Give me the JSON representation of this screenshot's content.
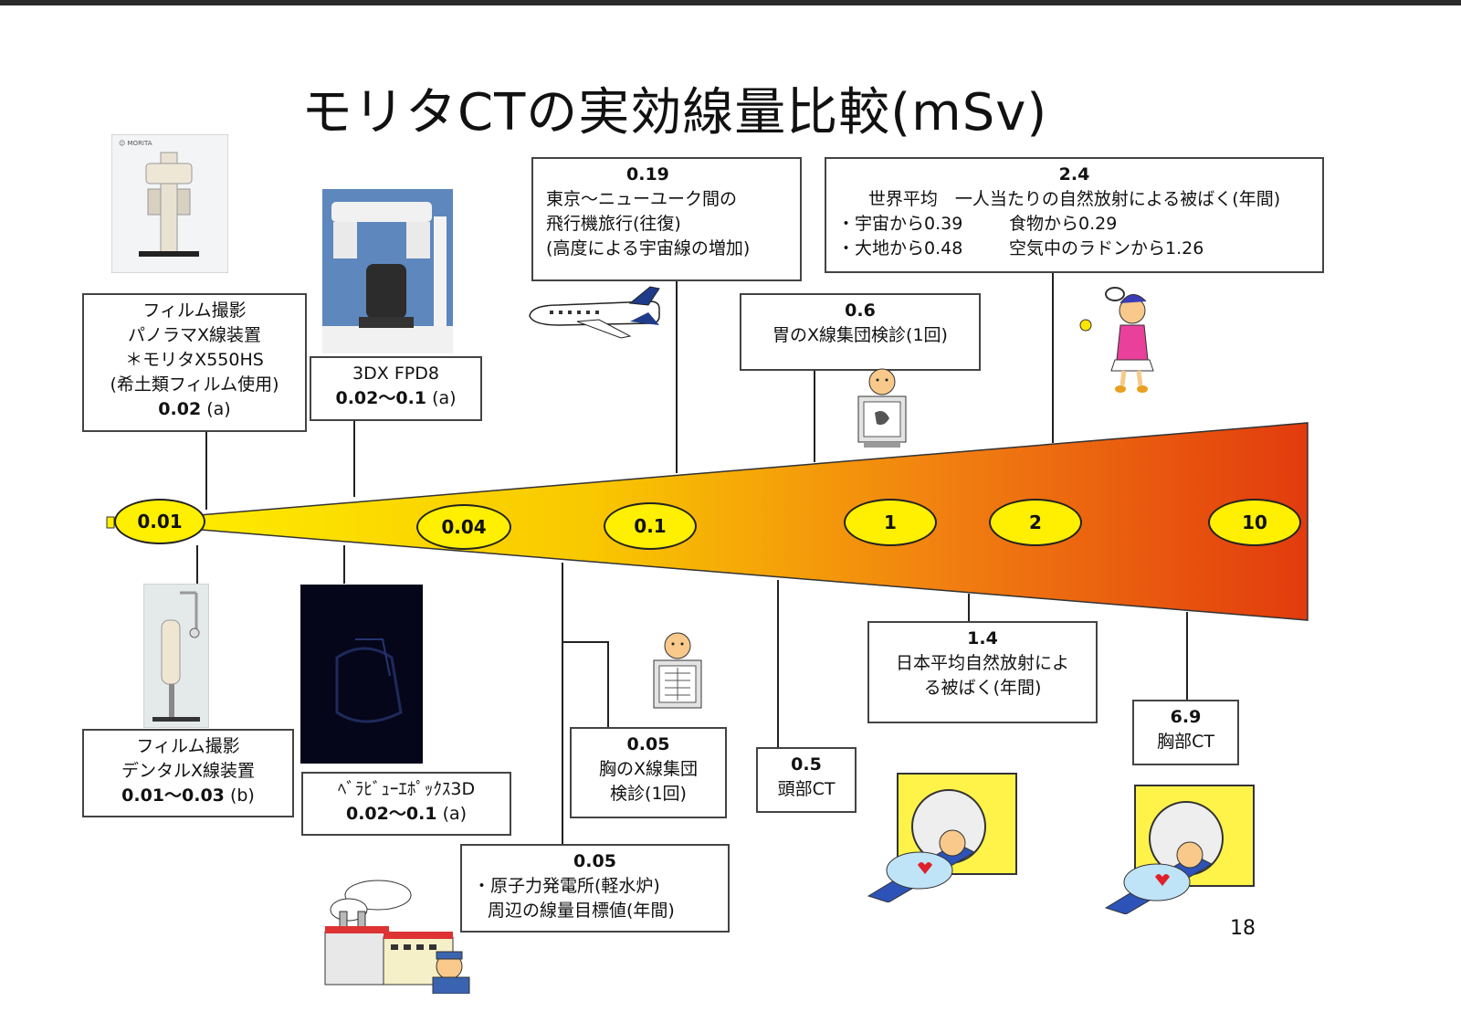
{
  "title": "モリタCTの実効線量比較(mSv)",
  "page_number": "18",
  "scale_markers": [
    "0.01",
    "0.04",
    "0.1",
    "1",
    "2",
    "10"
  ],
  "colors": {
    "wedge_start": "#fff200",
    "wedge_mid": "#f7a800",
    "wedge_end": "#e23b0e",
    "marker_fill": "#ffef00"
  },
  "top_items": {
    "panorama": {
      "lines": [
        "フィルム撮影",
        "パノラマX線装置",
        "＊モリタX550HS",
        "(希土類フィルム使用)"
      ],
      "value": "0.02",
      "ref": "(a)"
    },
    "fpd8": {
      "name": "3DX FPD8",
      "value": "0.02～0.1",
      "ref": "(a)"
    },
    "flight": {
      "value": "0.19",
      "lines": [
        "東京～ニューユーク間の",
        "飛行機旅行(往復)",
        "(高度による宇宙線の増加)"
      ]
    },
    "stomach": {
      "value": "0.6",
      "label": "胃のX線集団検診(1回)"
    },
    "world": {
      "value": "2.4",
      "heading": "世界平均　一人当たりの自然放射による被ばく(年間)",
      "rows": [
        [
          "・宇宙から0.39",
          "食物から0.29"
        ],
        [
          "・大地から0.48",
          "空気中のラドンから1.26"
        ]
      ]
    }
  },
  "bottom_items": {
    "dental": {
      "lines": [
        "フィルム撮影",
        "デンタルX線装置"
      ],
      "value": "0.01～0.03",
      "ref": "(b)"
    },
    "veraview": {
      "name": "ﾍﾞﾗﾋﾞｭｰｴﾎﾟｯｸｽ3D",
      "value": "0.02～0.1",
      "ref": "(a)"
    },
    "nuclear": {
      "value": "0.05",
      "lines": [
        "・原子力発電所(軽水炉)",
        "周辺の線量目標値(年間)"
      ]
    },
    "chest": {
      "value": "0.05",
      "lines": [
        "胸のX線集団",
        "検診(1回)"
      ]
    },
    "head_ct": {
      "value": "0.5",
      "label": "頭部CT"
    },
    "japan": {
      "value": "1.4",
      "lines": [
        "日本平均自然放射によ",
        "る被ばく(年間)"
      ]
    },
    "chest_ct": {
      "value": "6.9",
      "label": "胸部CT"
    }
  },
  "icons": [
    "panoramic-xray-machine",
    "cone-beam-ct-unit",
    "airplane",
    "person-stomach-xray",
    "girl-tennis",
    "dental-xray-unit",
    "dark-ct-photo",
    "power-plant-worker",
    "person-chest-xray",
    "ct-scanner-patient"
  ]
}
